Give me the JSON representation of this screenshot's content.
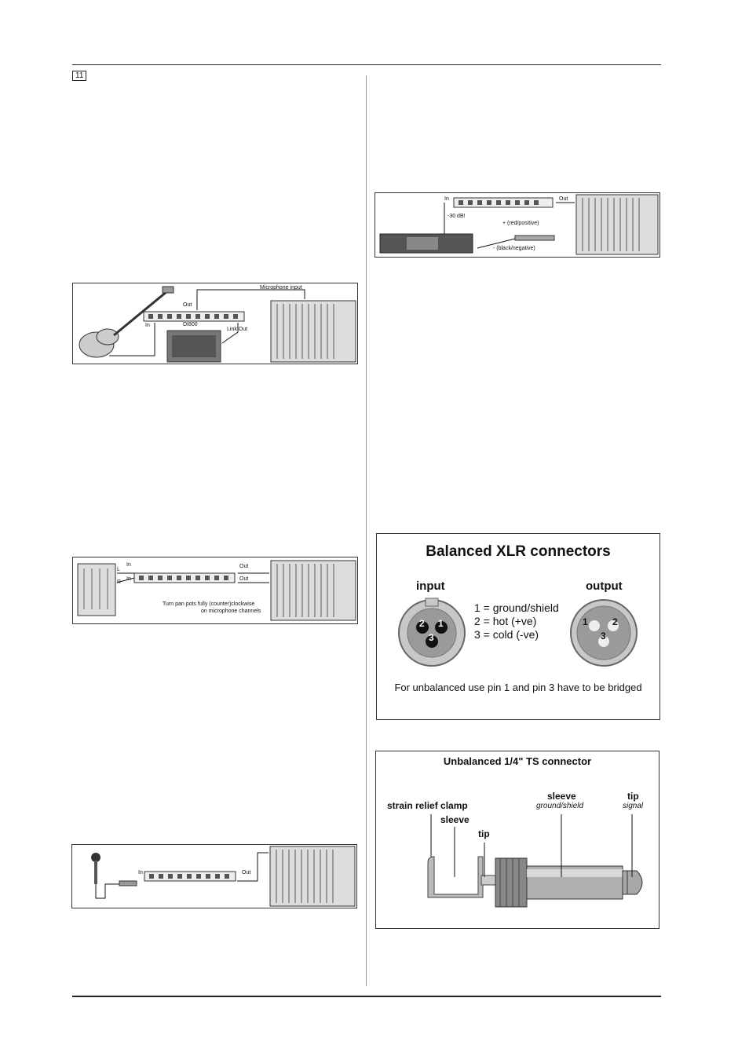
{
  "page": {
    "number": "11"
  },
  "fig_guitar": {
    "label_out": "Out",
    "label_in": "In",
    "label_model": "DI800",
    "label_link_out": "Link Out",
    "label_mic_input": "Microphone input"
  },
  "fig_keyboard": {
    "label_in_l": "In",
    "label_in_r": "In",
    "label_l": "L",
    "label_r": "R",
    "label_out_1": "Out",
    "label_out_2": "Out",
    "note_line1": "Turn pan pots fully (counter)clockwise",
    "note_line2": "on microphone channels"
  },
  "fig_mic": {
    "label_in": "In",
    "label_out": "Out"
  },
  "fig_amp": {
    "label_in": "In",
    "label_out": "Out",
    "label_pad": "-30 dB!",
    "label_positive": "+ (red/positive)",
    "label_negative": "- (black/negative)"
  },
  "xlr": {
    "title": "Balanced XLR connectors",
    "input_label": "input",
    "output_label": "output",
    "pin1": "1 = ground/shield",
    "pin2": "2 = hot (+ve)",
    "pin3": "3 = cold (-ve)",
    "footer": "For unbalanced use pin 1 and pin 3 have to be bridged",
    "pin_numbers": [
      "1",
      "2",
      "3"
    ]
  },
  "ts": {
    "title": "Unbalanced 1/4\" TS connector",
    "strain_relief": "strain relief clamp",
    "sleeve_left": "sleeve",
    "tip_left": "tip",
    "sleeve_right": "sleeve",
    "sleeve_right_sub": "ground/shield",
    "tip_right": "tip",
    "tip_right_sub": "signal"
  }
}
